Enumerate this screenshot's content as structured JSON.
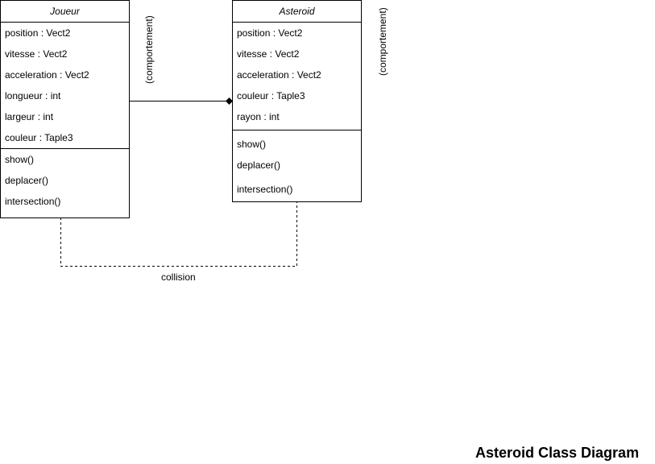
{
  "joueur": {
    "name": "Joueur",
    "attributes": [
      "position : Vect2",
      "vitesse : Vect2",
      "acceleration : Vect2",
      "longueur : int",
      "largeur : int",
      "couleur : Taple3"
    ],
    "methods": [
      "show()",
      "deplacer()",
      "intersection()"
    ]
  },
  "asteroid": {
    "name": "Asteroid",
    "attributes": [
      "position : Vect2",
      "vitesse : Vect2",
      "acceleration : Vect2",
      "couleur : Taple3",
      "rayon : int"
    ],
    "methods": [
      "show()",
      "deplacer()",
      "intersection()"
    ]
  },
  "labels": {
    "comportement_left": "(comportement)",
    "comportement_right": "(comportement)",
    "collision": "collision"
  },
  "title": "Asteroid Class Diagram"
}
